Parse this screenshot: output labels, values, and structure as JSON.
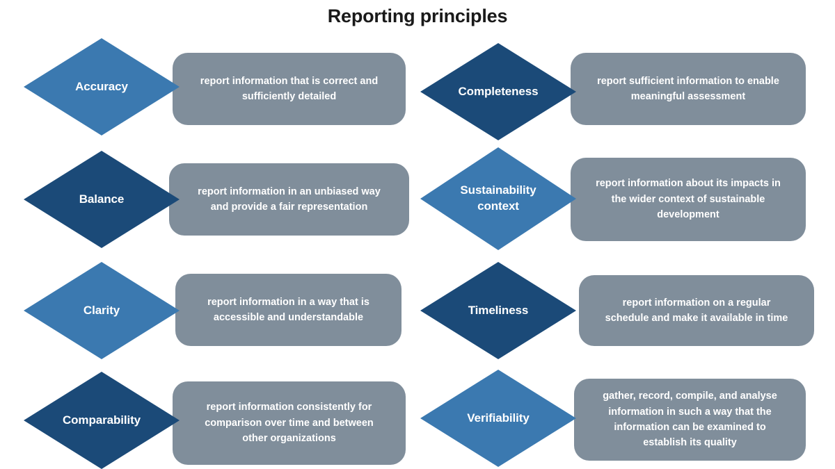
{
  "title": "Reporting principles",
  "colors": {
    "background": "#ffffff",
    "title_text": "#1a1a1a",
    "diamond_light_blue": "#3b79b0",
    "diamond_dark_blue": "#1b4a78",
    "description_gray": "#808e9b",
    "label_text": "#ffffff"
  },
  "columns": {
    "left": {
      "items": [
        {
          "name": "accuracy",
          "label": "Accuracy",
          "label_lines": [
            "Accuracy"
          ],
          "shade": "light",
          "description": "report information that is correct and sufficiently detailed",
          "description_lines": [
            "report information that is correct and",
            "sufficiently detailed"
          ]
        },
        {
          "name": "balance",
          "label": "Balance",
          "label_lines": [
            "Balance"
          ],
          "shade": "dark",
          "description": "report information in an unbiased way and provide a fair representation",
          "description_lines": [
            "report information in an unbiased way",
            "and provide a fair representation"
          ]
        },
        {
          "name": "clarity",
          "label": "Clarity",
          "label_lines": [
            "Clarity"
          ],
          "shade": "light",
          "description": "report information in a way that is accessible and understandable",
          "description_lines": [
            "report information in a way that is",
            "accessible and understandable"
          ]
        },
        {
          "name": "comparability",
          "label": "Comparability",
          "label_lines": [
            "Comparability"
          ],
          "shade": "dark",
          "description": "report information consistently for comparison over time and between other organizations",
          "description_lines": [
            "report information consistently for",
            "comparison over time and between",
            "other organizations"
          ]
        }
      ]
    },
    "right": {
      "items": [
        {
          "name": "completeness",
          "label": "Completeness",
          "label_lines": [
            "Completeness"
          ],
          "shade": "dark",
          "description": "report sufficient information to enable meaningful assessment",
          "description_lines": [
            "report sufficient information to enable",
            "meaningful assessment"
          ]
        },
        {
          "name": "sustainability-context",
          "label": "Sustainability context",
          "label_lines": [
            "Sustainability",
            "context"
          ],
          "shade": "light",
          "description": "report information about its impacts in the wider context of sustainable development",
          "description_lines": [
            "report information about its impacts in",
            "the wider context of sustainable",
            "development"
          ]
        },
        {
          "name": "timeliness",
          "label": "Timeliness",
          "label_lines": [
            "Timeliness"
          ],
          "shade": "dark",
          "description": "report information on a regular schedule and make it available in time",
          "description_lines": [
            "report information on a regular",
            "schedule and make it available in time"
          ]
        },
        {
          "name": "verifiability",
          "label": "Verifiability",
          "label_lines": [
            "Verifiability"
          ],
          "shade": "light",
          "description": "gather, record, compile, and analyse information in such a way that the information can be examined to establish its quality",
          "description_lines": [
            "gather, record, compile, and analyse",
            "information in such a way that the",
            "information can be examined to",
            "establish its quality"
          ]
        }
      ]
    }
  }
}
